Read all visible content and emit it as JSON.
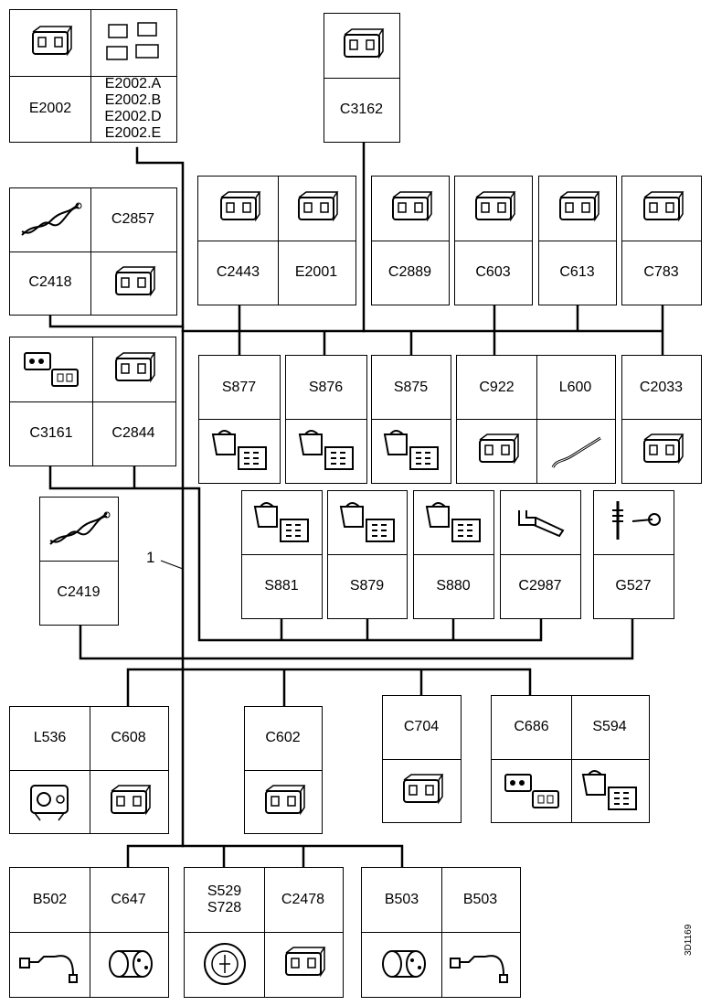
{
  "diagram": {
    "reference_label": "1",
    "doc_id": "3D1169",
    "connector_groups": [
      {
        "id": "e2002",
        "cells": [
          "E2002",
          "E2002.A\nE2002.B\nE2002.D\nE2002.E"
        ],
        "icons": [
          "connector-icon",
          "connector-set-icon"
        ]
      },
      {
        "id": "c3162",
        "cells": [
          "C3162"
        ],
        "icons": [
          "connector-icon"
        ]
      },
      {
        "id": "c2418-c2857",
        "cells": [
          "C2418",
          "C2857"
        ],
        "icons": [
          "twisted-wire-icon",
          "connector-icon"
        ]
      },
      {
        "id": "c2443-e2001",
        "cells": [
          "C2443",
          "E2001"
        ],
        "icons": [
          "connector-icon",
          "connector-icon"
        ]
      },
      {
        "id": "c2889",
        "cells": [
          "C2889"
        ],
        "icons": [
          "connector-icon"
        ]
      },
      {
        "id": "c603",
        "cells": [
          "C603"
        ],
        "icons": [
          "connector-icon"
        ]
      },
      {
        "id": "c613",
        "cells": [
          "C613"
        ],
        "icons": [
          "connector-icon"
        ]
      },
      {
        "id": "c783",
        "cells": [
          "C783"
        ],
        "icons": [
          "connector-icon"
        ]
      },
      {
        "id": "c3161-c2844",
        "cells": [
          "C3161",
          "C2844"
        ],
        "icons": [
          "connector-pair-icon",
          "connector-icon"
        ]
      },
      {
        "id": "s877",
        "cells": [
          "S877"
        ],
        "icons": [
          "switch-connector-icon"
        ]
      },
      {
        "id": "s876",
        "cells": [
          "S876"
        ],
        "icons": [
          "switch-connector-icon"
        ]
      },
      {
        "id": "s875",
        "cells": [
          "S875"
        ],
        "icons": [
          "switch-connector-icon"
        ]
      },
      {
        "id": "c922-l600",
        "cells": [
          "C922",
          "L600"
        ],
        "icons": [
          "connector-icon",
          "wire-lead-icon"
        ]
      },
      {
        "id": "c2033",
        "cells": [
          "C2033"
        ],
        "icons": [
          "connector-icon"
        ]
      },
      {
        "id": "c2419",
        "cells": [
          "C2419"
        ],
        "icons": [
          "twisted-wire-icon"
        ]
      },
      {
        "id": "s881",
        "cells": [
          "S881"
        ],
        "icons": [
          "switch-connector-icon"
        ]
      },
      {
        "id": "s879",
        "cells": [
          "S879"
        ],
        "icons": [
          "switch-connector-icon"
        ]
      },
      {
        "id": "s880",
        "cells": [
          "S880"
        ],
        "icons": [
          "switch-connector-icon"
        ]
      },
      {
        "id": "c2987",
        "cells": [
          "C2987"
        ],
        "icons": [
          "terminal-icon"
        ]
      },
      {
        "id": "g527",
        "cells": [
          "G527"
        ],
        "icons": [
          "ground-stud-icon"
        ]
      },
      {
        "id": "l536-c608",
        "cells": [
          "L536",
          "C608"
        ],
        "icons": [
          "lamp-icon",
          "connector-icon"
        ]
      },
      {
        "id": "c602",
        "cells": [
          "C602"
        ],
        "icons": [
          "connector-icon"
        ]
      },
      {
        "id": "c704",
        "cells": [
          "C704"
        ],
        "icons": [
          "connector-icon"
        ]
      },
      {
        "id": "c686-s594",
        "cells": [
          "C686",
          "S594"
        ],
        "icons": [
          "connector-pair-icon",
          "switch-connector-icon"
        ]
      },
      {
        "id": "b502-c647",
        "cells": [
          "B502",
          "C647"
        ],
        "icons": [
          "sensor-icon",
          "round-connector-icon"
        ]
      },
      {
        "id": "s529-c2478",
        "cells": [
          "S529\nS728",
          "C2478"
        ],
        "icons": [
          "round-switch-icon",
          "connector-icon"
        ]
      },
      {
        "id": "b503-b503",
        "cells": [
          "B503",
          "B503"
        ],
        "icons": [
          "round-connector-icon",
          "sensor-icon"
        ]
      }
    ]
  }
}
